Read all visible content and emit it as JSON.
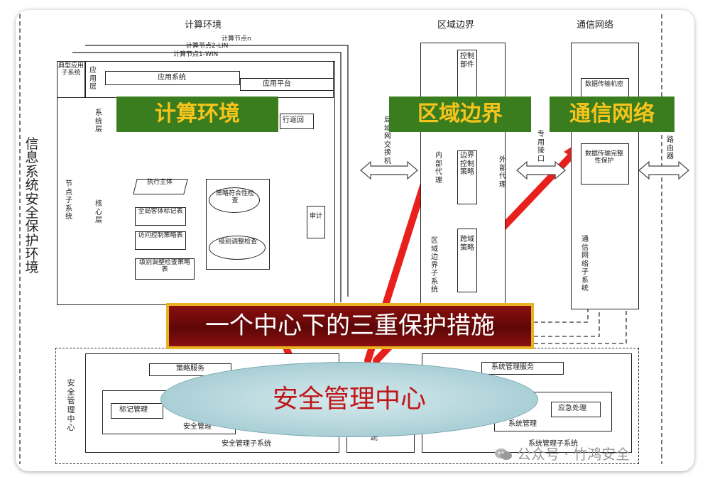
{
  "left_column": {
    "label": "信息系统安全保护环境"
  },
  "headers": {
    "compute": "计算环境",
    "boundary": "区域边界",
    "network": "通信网络"
  },
  "nodes": {
    "n": "计算节点n",
    "lin": "计算节点2-LIN",
    "win": "计算节点1-WIN"
  },
  "compute_env": {
    "typical_app": "典型应用子系统",
    "app_layer": "应用层",
    "app_system": "应用系统",
    "app_platform": "应用平台",
    "system_layer": "系统层",
    "node_subsystem": "节点子系统",
    "core_layer": "核心层",
    "return": "行返回",
    "exec_subject": "执行主体",
    "global_object_table": "全局客体标记表",
    "access_policy_table": "访问控制策略表",
    "level_adjust_table": "级别调整检查策略表",
    "policy_check": "策略符合性检查",
    "level_check": "级别调整检查",
    "audit": "审计"
  },
  "boundary": {
    "switch": "局域网交换机",
    "control_component": "控制部件",
    "inner_proxy": "内部代理",
    "boundary_policy": "边界控制策略",
    "outer_proxy": "外部代理",
    "subsystem": "区域边界子系统",
    "cross_domain": "跨域策略"
  },
  "network": {
    "dedicated_port": "专用接口",
    "transmission_mech": "数据传输机密",
    "integrity": "数据传输完整性保护",
    "subsystem": "通信网络子系统",
    "router": "路由器"
  },
  "green_labels": {
    "compute": "计算环境",
    "boundary": "区域边界",
    "network": "通信网络"
  },
  "banner": "一个中心下的三重保护措施",
  "mgmt": {
    "center_title": "安全管理中心",
    "side_label": "安全管理中心",
    "policy_service": "策略服务",
    "label_mgmt": "标记管理",
    "security_mgmt": "安全管理",
    "security_subsystem": "安全管理子系统",
    "audit_subsystem_tail": "统",
    "system_mgmt_service": "系统管理服务",
    "emergency": "应急处理",
    "system_mgmt": "系统管理",
    "system_mgmt_subsystem": "系统管理子系统",
    "mgmt_tail": "管理"
  },
  "watermark": "公众号 · 竹鸿安全",
  "colors": {
    "arrow_red": "#e8201c",
    "green_bg": "#3a7d1e",
    "green_text": "#f7c41c",
    "banner_bg": "#6e0a0a",
    "banner_border": "#e8b223",
    "ellipse_text": "#c0161a"
  }
}
